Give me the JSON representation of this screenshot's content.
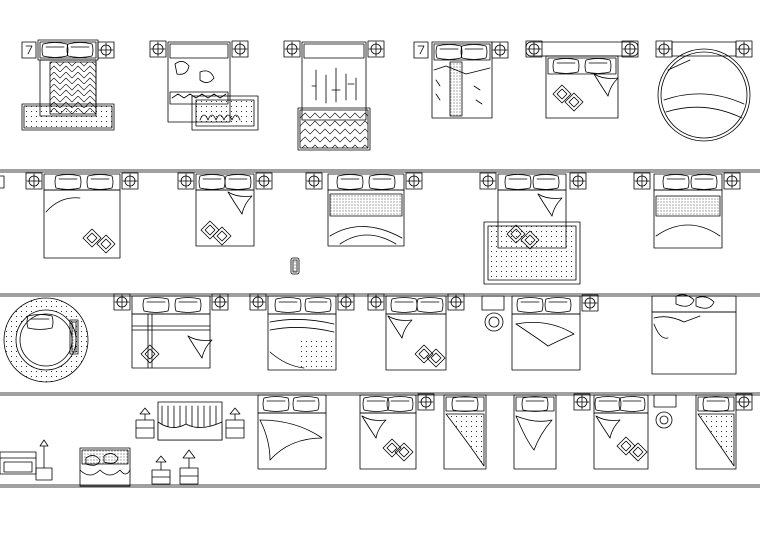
{
  "sheet": {
    "kind": "bedroom furniture CAD block library (plan and elevation views)",
    "line_color": "#000000",
    "background": "#ffffff",
    "row_count": 4,
    "dividers": [
      "row-1-2",
      "row-2-3",
      "row-3-4",
      "row-4-bottom"
    ]
  },
  "rows": [
    {
      "id": "row-1",
      "blocks": [
        {
          "name": "bed-block-1",
          "kind": "double bed with herringbone rug, nightstands, lamp"
        },
        {
          "name": "bed-block-2",
          "kind": "double bed with pillows and patterned rug"
        },
        {
          "name": "bed-block-3",
          "kind": "double bed with plants pattern and zigzag rug"
        },
        {
          "name": "bed-block-4",
          "kind": "single bed with patterned cover"
        },
        {
          "name": "bed-block-5",
          "kind": "double bed with scattered pillows"
        },
        {
          "name": "bed-block-6",
          "kind": "round bed with headboard"
        }
      ]
    },
    {
      "id": "row-2",
      "blocks": [
        {
          "name": "bed-block-7",
          "kind": "double bed with two cushions"
        },
        {
          "name": "bed-block-8",
          "kind": "double bed with two cushions"
        },
        {
          "name": "bed-block-9",
          "kind": "double bed with folded textured blanket"
        },
        {
          "name": "bed-block-10",
          "kind": "double bed on rug with cushions"
        },
        {
          "name": "bed-block-11",
          "kind": "double bed with folded blanket"
        }
      ]
    },
    {
      "id": "row-3",
      "blocks": [
        {
          "name": "bed-block-12",
          "kind": "round bed with textured rim"
        },
        {
          "name": "bed-block-13",
          "kind": "double bed with cross stripes"
        },
        {
          "name": "bed-block-14",
          "kind": "double bed with folded sheet"
        },
        {
          "name": "bed-block-15",
          "kind": "double bed with cushions"
        },
        {
          "name": "bed-block-16",
          "kind": "double bed with side table"
        },
        {
          "name": "bed-block-17",
          "kind": "double bed with rolled cushions"
        }
      ]
    },
    {
      "id": "row-4",
      "blocks": [
        {
          "name": "elevation-1",
          "kind": "bed side elevation with table lamp"
        },
        {
          "name": "elevation-2",
          "kind": "bed front elevation with cushions"
        },
        {
          "name": "elevation-3",
          "kind": "nightstands with lamps elevation"
        },
        {
          "name": "elevation-4",
          "kind": "slatted headboard bed elevation with nightstands"
        },
        {
          "name": "bed-block-18",
          "kind": "double bed with folded sheet"
        },
        {
          "name": "bed-block-19",
          "kind": "double bed with cushions"
        },
        {
          "name": "bed-block-20",
          "kind": "single bed with dotted cover"
        },
        {
          "name": "bed-block-21",
          "kind": "single bed with cushions"
        },
        {
          "name": "bed-block-22",
          "kind": "double bed with cushions"
        },
        {
          "name": "bed-block-23",
          "kind": "single bed with dotted cover"
        }
      ]
    }
  ]
}
